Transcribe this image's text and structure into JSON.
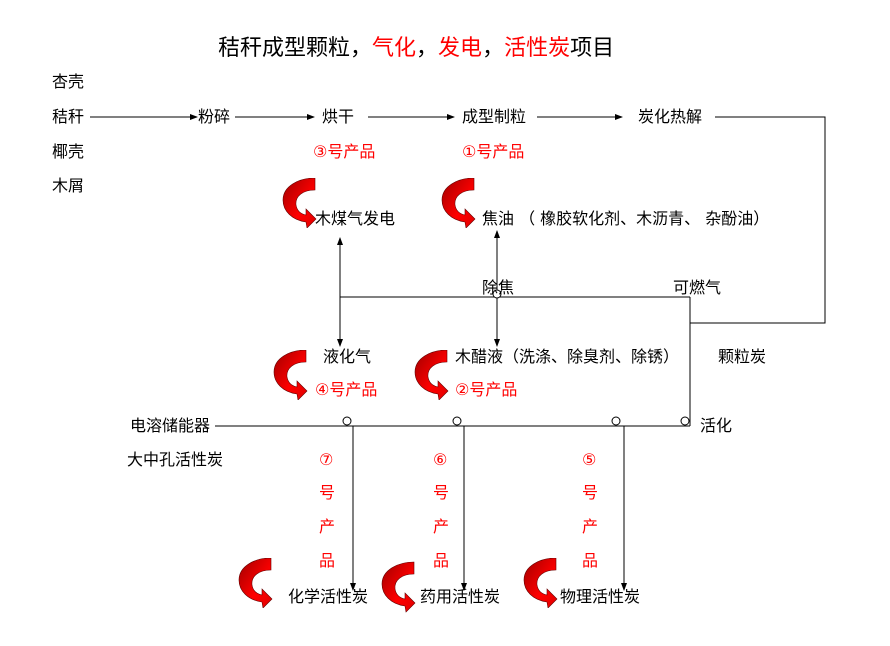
{
  "title": {
    "p1": "秸秆成型颗粒，",
    "p2": "气化",
    "p3": "，",
    "p4": "发电",
    "p5": "，",
    "p6": "活性炭",
    "p7": "项目"
  },
  "raw_materials": [
    "杏壳",
    "秸秆",
    "椰壳",
    "木屑"
  ],
  "steps": {
    "crush": "粉碎",
    "dry": "烘干",
    "pelletize": "成型制粒",
    "pyrolysis": "炭化热解"
  },
  "products": {
    "p3": "③号产品",
    "p1": "①号产品",
    "p4": "④号产品",
    "p2": "②号产品",
    "p7": [
      "⑦",
      "号",
      "产",
      "品"
    ],
    "p6": [
      "⑥",
      "号",
      "产",
      "品"
    ],
    "p5": [
      "⑤",
      "号",
      "产",
      "品"
    ]
  },
  "outputs": {
    "gas_power": "木煤气发电",
    "tar": "焦油 （ 橡胶软化剂、木沥青、 杂酚油）",
    "detar": "除焦",
    "combustible_gas": "可燃气",
    "liquefied_gas": "液化气",
    "wood_vinegar": "木醋液（洗涤、除臭剂、除锈）",
    "granular_carbon": "颗粒炭",
    "capacitor": "电溶储能器",
    "activation": "活化",
    "meso_carbon": "大中孔活性炭",
    "chemical_ac": "化学活性炭",
    "medical_ac": "药用活性炭",
    "physical_ac": "物理活性炭"
  },
  "colors": {
    "accent": "#ff0000",
    "arrow_dark": "#a00000"
  }
}
